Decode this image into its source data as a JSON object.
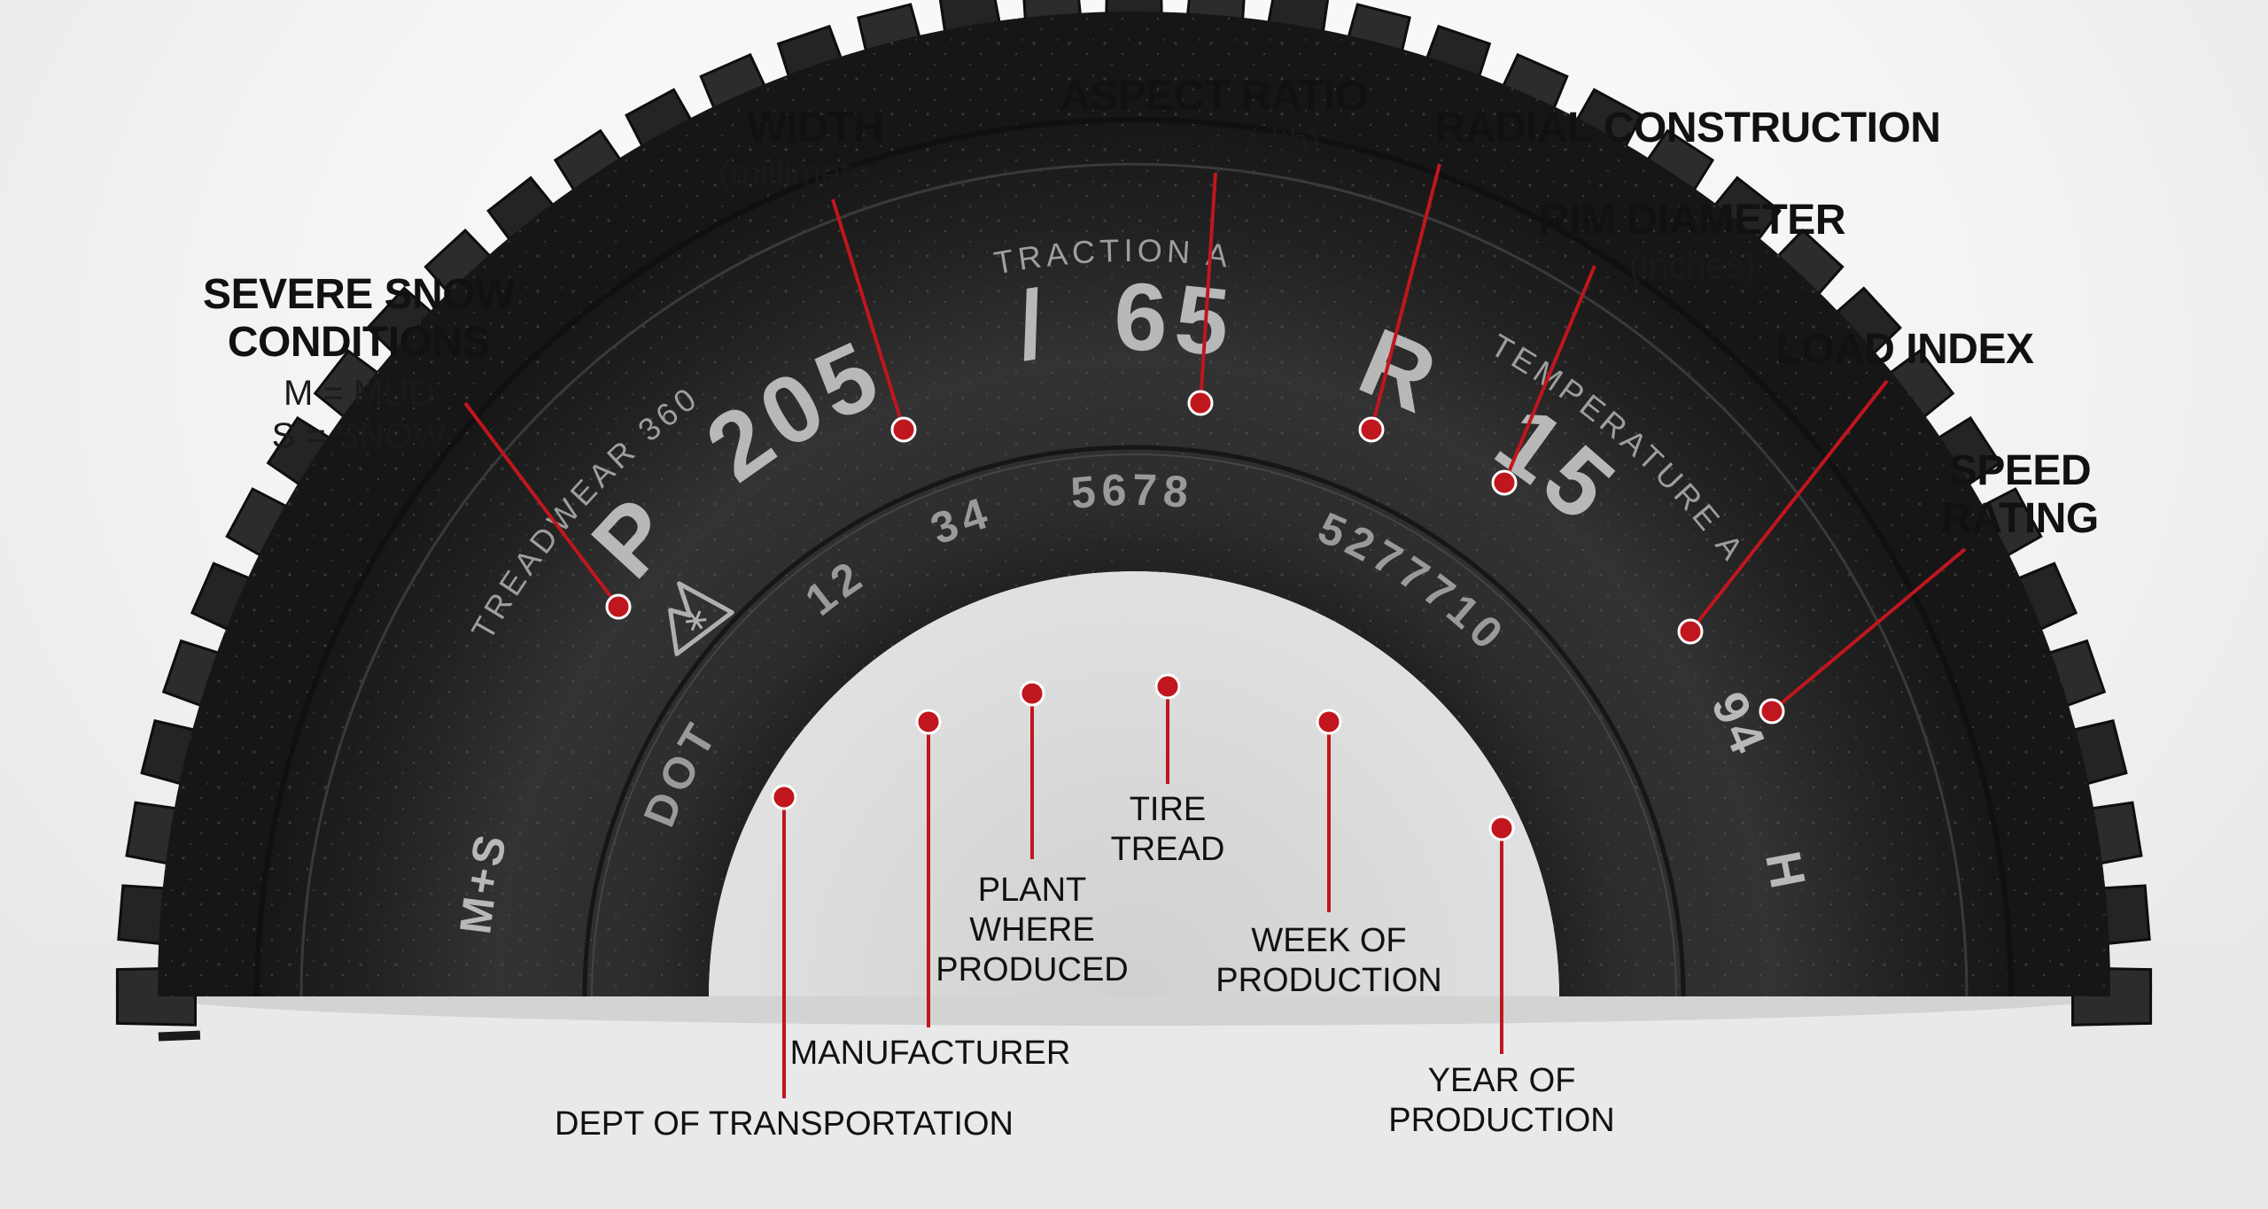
{
  "tire_markings": {
    "treadwear": "TREADWEAR 360",
    "traction": "TRACTION A",
    "temperature": "TEMPERATURE A",
    "size_prefix": "P",
    "size_width": "205",
    "size_slash": "/",
    "size_aspect": "65",
    "size_construction": "R",
    "size_rim": "15",
    "ms": "M+S",
    "load_index": "94",
    "speed_rating": "H",
    "dot": "DOT",
    "dot_manufacturer": "12",
    "dot_plant": "34",
    "dot_tread": "5678",
    "dot_date": "5277710"
  },
  "labels": {
    "width": {
      "title": "WIDTH",
      "sub": "(millimeters)"
    },
    "aspect_ratio": {
      "title": "ASPECT RATIO",
      "sub": "(height/width)"
    },
    "radial": {
      "title": "RADIAL CONSTRUCTION"
    },
    "rim": {
      "title": "RIM DIAMETER",
      "sub": "(inches)"
    },
    "load": {
      "title": "LOAD INDEX"
    },
    "speed": {
      "line1": "SPEED",
      "line2": "RATING"
    },
    "snow": {
      "line1": "SEVERE SNOW",
      "line2": "CONDITIONS",
      "sub1": "M = MUD",
      "sub2": "S = SNOW"
    },
    "tire_tread": {
      "line1": "TIRE",
      "line2": "TREAD"
    },
    "plant": {
      "line1": "PLANT",
      "line2": "WHERE",
      "line3": "PRODUCED"
    },
    "week": {
      "line1": "WEEK OF",
      "line2": "PRODUCTION"
    },
    "manufacturer": {
      "text": "MANUFACTURER"
    },
    "dept": {
      "text": "DEPT OF TRANSPORTATION"
    },
    "year": {
      "line1": "YEAR OF",
      "line2": "PRODUCTION"
    }
  },
  "colors": {
    "callout": "#c0161e",
    "tire_dark": "#1c1c1c",
    "tire_mid": "#2e2e2e",
    "marking": "#b3b3b3"
  },
  "icons": [
    "snowflake-mountain-icon"
  ]
}
